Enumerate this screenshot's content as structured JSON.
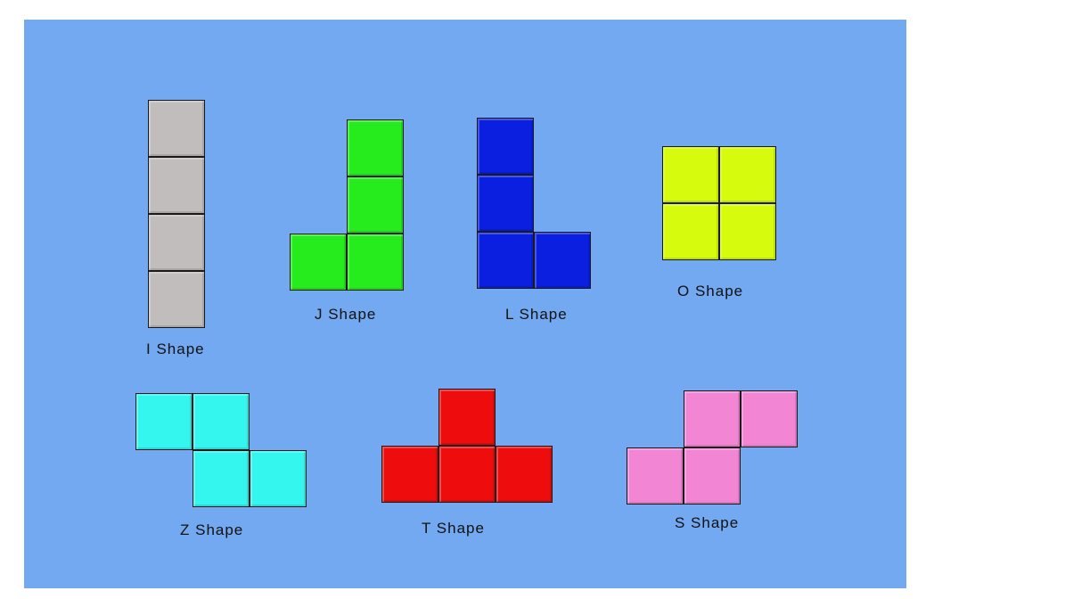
{
  "board": {
    "background": "#72a9f1"
  },
  "pieces": [
    {
      "id": "i",
      "label": "I Shape",
      "color": "#c0bdbc",
      "cells": [
        [
          0,
          0
        ],
        [
          0,
          1
        ],
        [
          0,
          2
        ],
        [
          0,
          3
        ]
      ]
    },
    {
      "id": "j",
      "label": "J Shape",
      "color": "#26ec1e",
      "cells": [
        [
          1,
          0
        ],
        [
          1,
          1
        ],
        [
          0,
          2
        ],
        [
          1,
          2
        ]
      ]
    },
    {
      "id": "l",
      "label": "L Shape",
      "color": "#0a1fe0",
      "cells": [
        [
          0,
          0
        ],
        [
          0,
          1
        ],
        [
          0,
          2
        ],
        [
          1,
          2
        ]
      ]
    },
    {
      "id": "o",
      "label": "O Shape",
      "color": "#d6fb0d",
      "cells": [
        [
          0,
          0
        ],
        [
          1,
          0
        ],
        [
          0,
          1
        ],
        [
          1,
          1
        ]
      ]
    },
    {
      "id": "z",
      "label": "Z Shape",
      "color": "#35f6ee",
      "cells": [
        [
          0,
          0
        ],
        [
          1,
          0
        ],
        [
          1,
          1
        ],
        [
          2,
          1
        ]
      ]
    },
    {
      "id": "t",
      "label": "T Shape",
      "color": "#ee0c0c",
      "cells": [
        [
          1,
          0
        ],
        [
          0,
          1
        ],
        [
          1,
          1
        ],
        [
          2,
          1
        ]
      ]
    },
    {
      "id": "s",
      "label": "S Shape",
      "color": "#f386d4",
      "cells": [
        [
          1,
          0
        ],
        [
          2,
          0
        ],
        [
          0,
          1
        ],
        [
          1,
          1
        ]
      ]
    }
  ]
}
